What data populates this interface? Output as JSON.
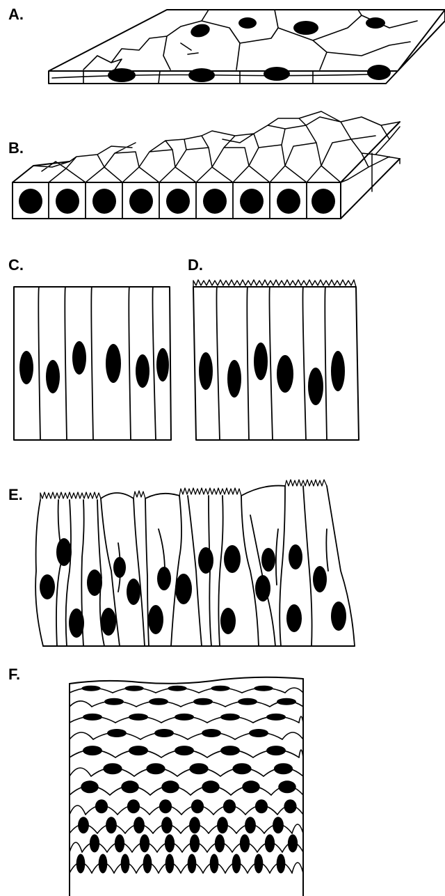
{
  "figure": {
    "panels": [
      {
        "id": "A",
        "label": "A."
      },
      {
        "id": "B",
        "label": "B."
      },
      {
        "id": "C",
        "label": "C."
      },
      {
        "id": "D",
        "label": "D."
      },
      {
        "id": "E",
        "label": "E."
      },
      {
        "id": "F",
        "label": "F."
      }
    ]
  },
  "colors": {
    "ink": "#000000",
    "paper": "#ffffff"
  }
}
